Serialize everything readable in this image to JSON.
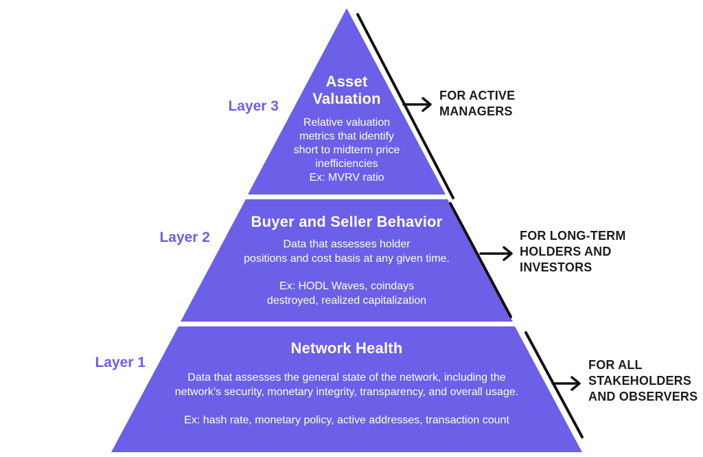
{
  "colors": {
    "pyramid": "#6C5FE8",
    "layer_label": "#6C5FE8",
    "layer_text": "#FFFFFF",
    "annotation": "#1C1C1A",
    "line": "#111111"
  },
  "pyramid": {
    "layers": [
      {
        "id": "layer-3",
        "side_label": "Layer 3",
        "title": "Asset\nValuation",
        "body": "Relative valuation\nmetrics that identify\nshort to midterm price\ninefficiencies\nEx: MVRV ratio",
        "example": "",
        "audience": "FOR ACTIVE\nMANAGERS"
      },
      {
        "id": "layer-2",
        "side_label": "Layer 2",
        "title": "Buyer and Seller Behavior",
        "body": "Data that assesses holder\npositions and cost basis at any given time.",
        "example": "Ex: HODL Waves, coindays\ndestroyed, realized capitalization",
        "audience": "FOR LONG-TERM\nHOLDERS AND\nINVESTORS"
      },
      {
        "id": "layer-1",
        "side_label": "Layer 1",
        "title": "Network Health",
        "body": "Data that assesses the general state of the network, including the\nnetwork’s security, monetary integrity, transparency, and overall usage.",
        "example": "Ex: hash rate, monetary policy, active addresses, transaction count",
        "audience": "FOR ALL\nSTAKEHOLDERS\nAND OBSERVERS"
      }
    ]
  }
}
